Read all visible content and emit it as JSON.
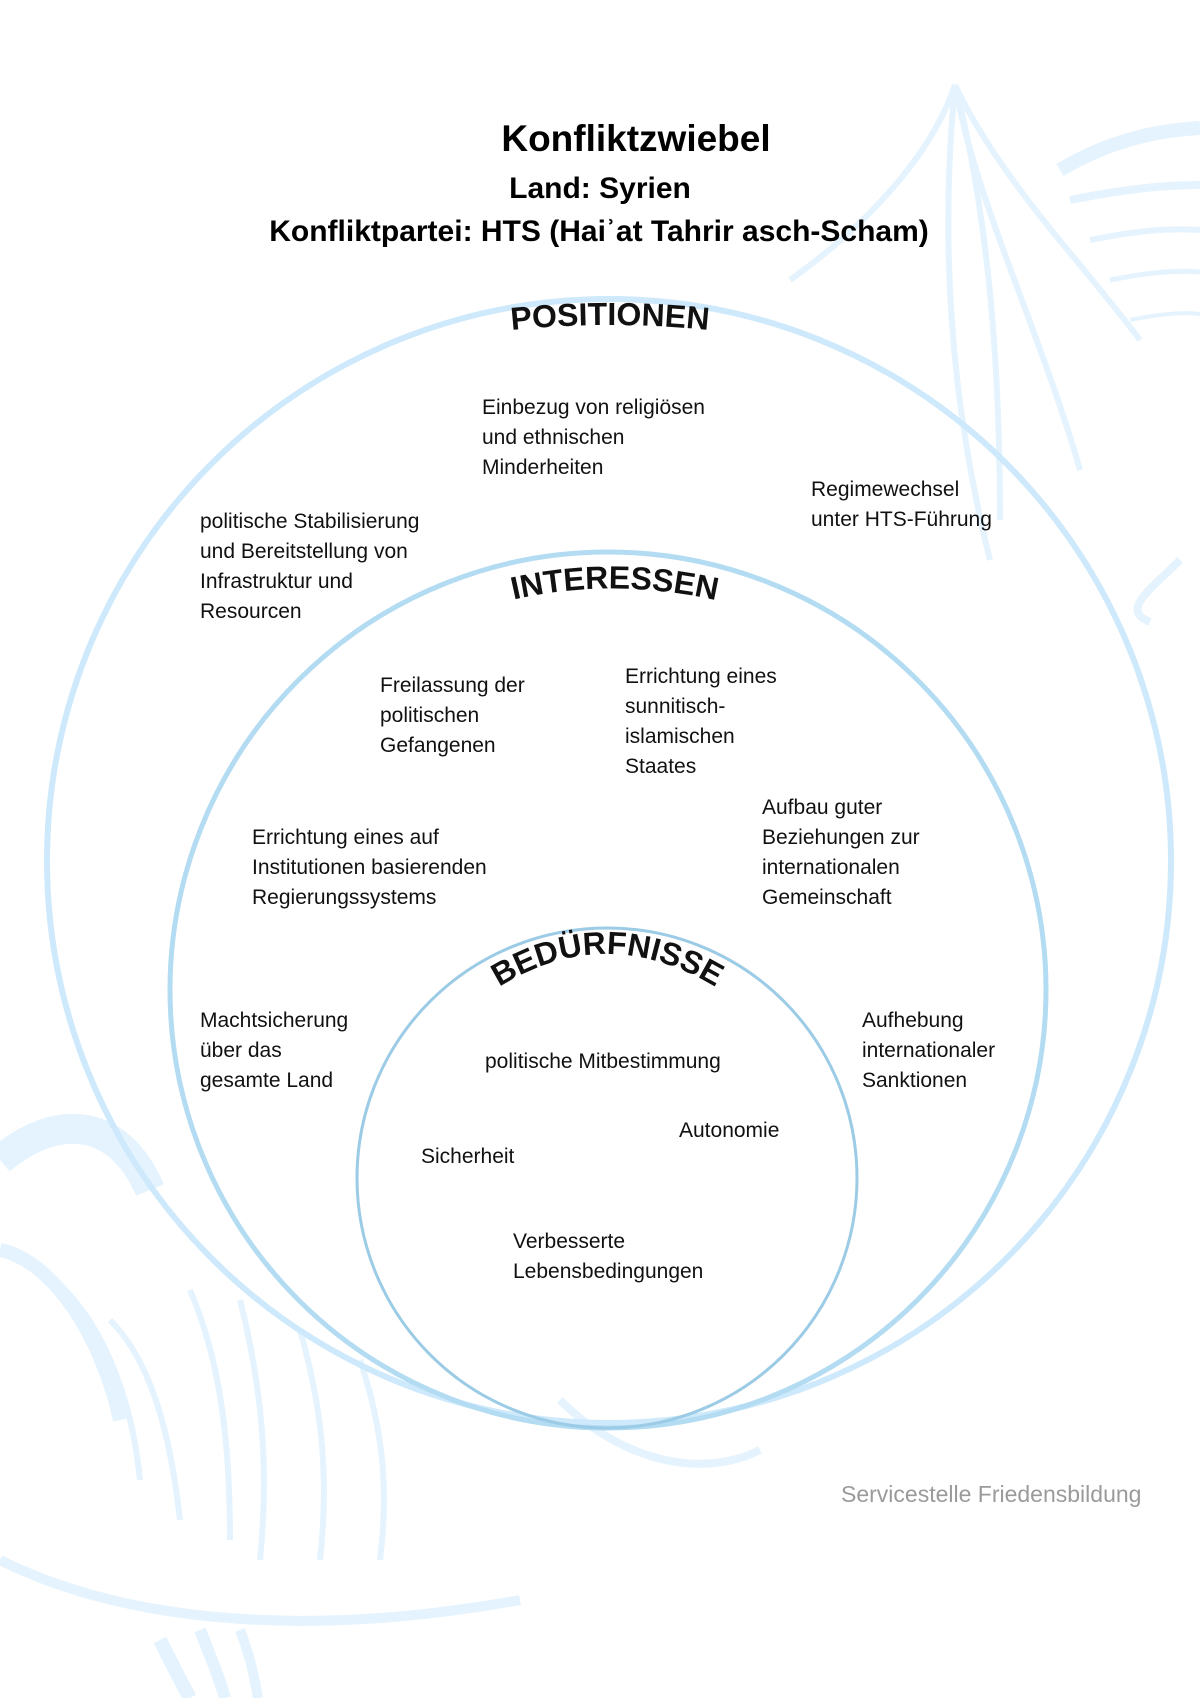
{
  "header": {
    "title": "Konfliktzwiebel",
    "country": "Land: Syrien",
    "party": "Konfliktpartei: HTS (Haiʾat Tahrir asch-Scham)"
  },
  "rings": {
    "positionen": {
      "label": "POSITIONEN",
      "items": [
        "Einbezug von religiösen\nund ethnischen\nMinderheiten",
        "Regimewechsel\nunter HTS-Führung",
        "politische Stabilisierung\nund Bereitstellung von\nInfrastruktur und\nResourcen",
        "Machtsicherung\nüber das\ngesamte Land",
        "Aufhebung\ninternationaler\nSanktionen"
      ]
    },
    "interessen": {
      "label": "INTERESSEN",
      "items": [
        "Freilassung der\npolitischen\nGefangenen",
        "Errichtung eines\nsunnitisch-\nislamischen\nStaates",
        "Errichtung eines auf\nInstitutionen basierenden\nRegierungssystems",
        "Aufbau guter\nBeziehungen zur\ninternationalen\nGemeinschaft"
      ]
    },
    "beduerfnisse": {
      "label": "BEDÜRFNISSE",
      "items": [
        "politische Mitbestimmung",
        "Autonomie",
        "Sicherheit",
        "Verbesserte\nLebensbedingungen"
      ]
    }
  },
  "footer": "Servicestelle Friedensbildung",
  "colors": {
    "outer_ring": "#cde9fb",
    "middle_ring": "#b3dcf3",
    "inner_ring": "#9ccbe6",
    "watermark": "#e4f3fd",
    "footer_text": "#9a9a9a"
  }
}
